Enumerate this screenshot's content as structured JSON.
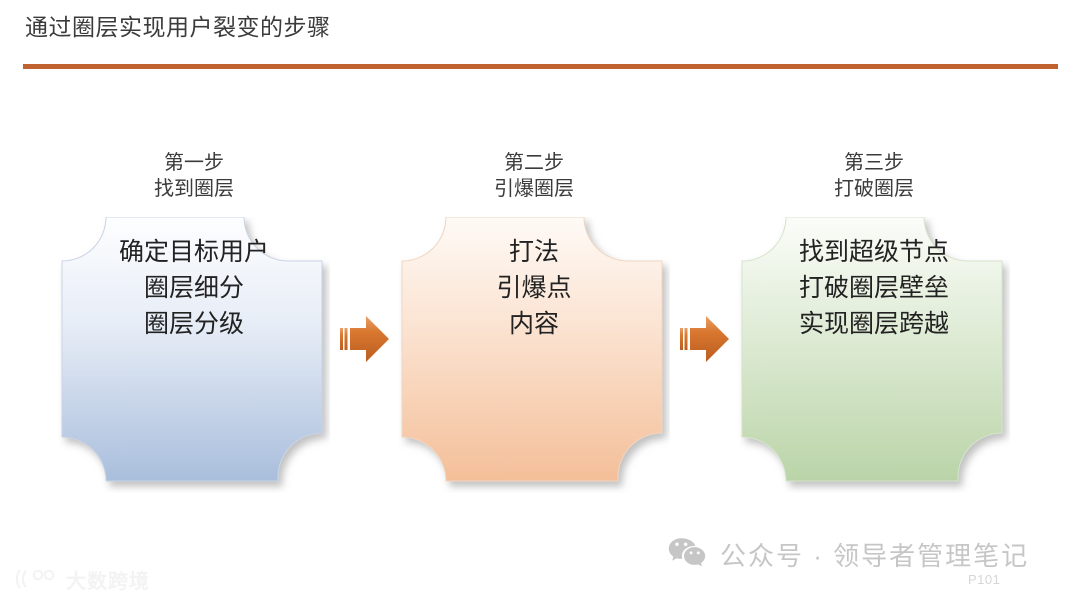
{
  "slide": {
    "title": "通过圈层实现用户裂变的步骤",
    "rule_color": "#c0622f",
    "page_number": "P101"
  },
  "flow": {
    "arrow_color_light": "#e08a4e",
    "arrow_color_dark": "#bf5f23",
    "arrows": [
      {
        "name": "arrow-step1-to-step2"
      },
      {
        "name": "arrow-step2-to-step3"
      }
    ],
    "steps": [
      {
        "header_line1": "第一步",
        "header_line2": "找到圈层",
        "body_line1": "确定目标用户",
        "body_line2": "圈层细分",
        "body_line3": "圈层分级",
        "fill_top": "#fdfeff",
        "fill_bottom": "#a9bedc",
        "stroke": "#c9d4e6"
      },
      {
        "header_line1": "第二步",
        "header_line2": "引爆圈层",
        "body_line1": "打法",
        "body_line2": "引爆点",
        "body_line3": "内容",
        "fill_top": "#fefaf6",
        "fill_bottom": "#f4bf99",
        "stroke": "#f0d6c2"
      },
      {
        "header_line1": "第三步",
        "header_line2": "打破圈层",
        "body_line1": "找到超级节点",
        "body_line2": "打破圈层壁垒",
        "body_line3": "实现圈层跨越",
        "fill_top": "#fbfdf9",
        "fill_bottom": "#bad4a8",
        "stroke": "#d6e4cb"
      }
    ]
  },
  "watermarks": {
    "wechat_icon": "wechat-icon",
    "wechat_text": "公众号 · 领导者管理笔记",
    "brand_icon": "dashu-logo-icon",
    "brand_text": "大数跨境"
  }
}
